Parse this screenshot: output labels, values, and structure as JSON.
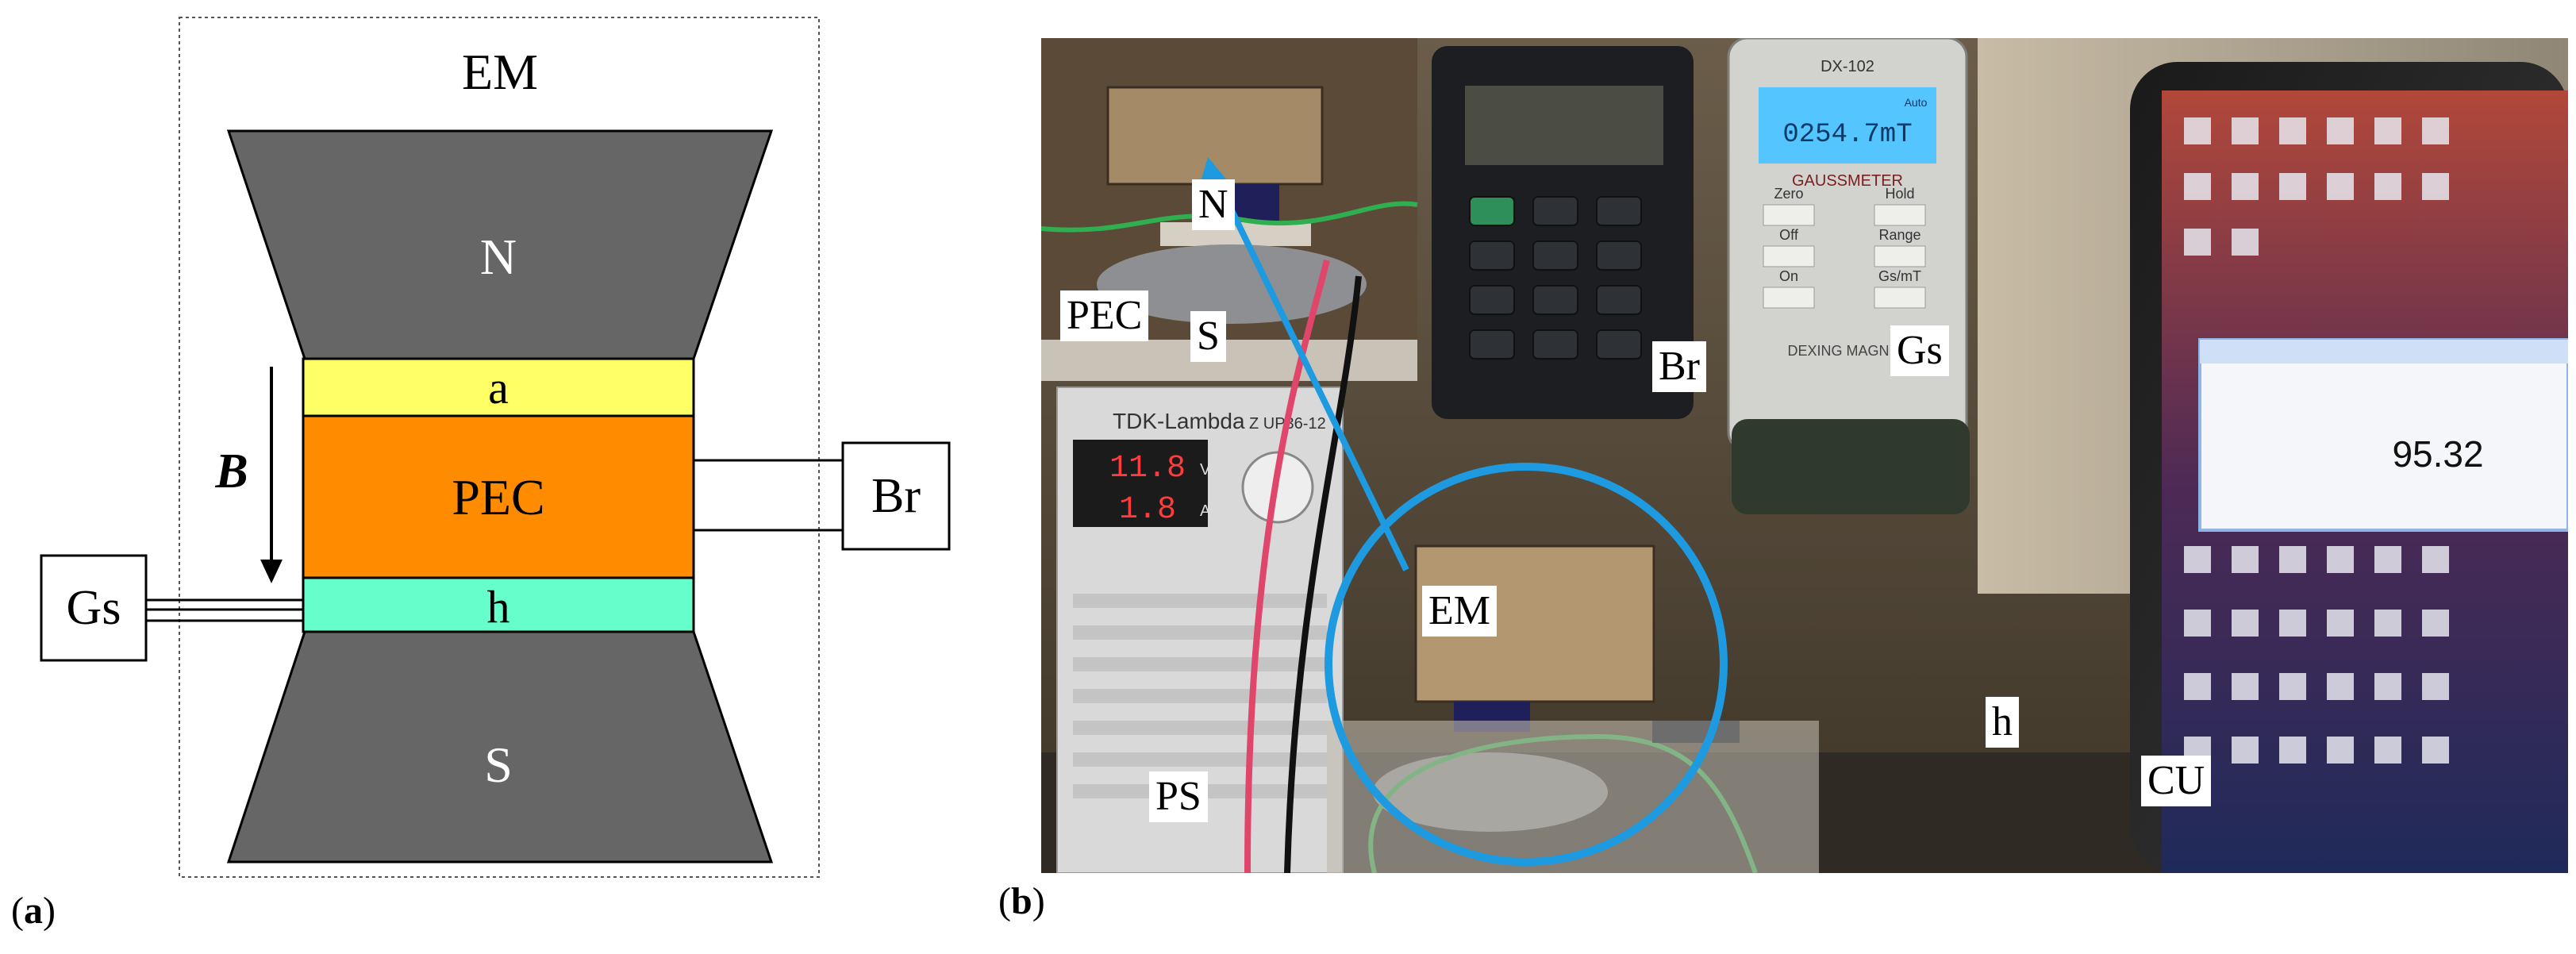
{
  "figure": {
    "panel_a": {
      "label_open": "(",
      "label_letter": "a",
      "label_close": ")",
      "em": "EM",
      "north": "N",
      "south": "S",
      "layer_a": "a",
      "layer_pec": "PEC",
      "layer_h": "h",
      "field": "B",
      "gs": "Gs",
      "br": "Br"
    },
    "panel_b": {
      "label_open": "(",
      "label_letter": "b",
      "label_close": ")",
      "labels": {
        "n": "N",
        "pec": "PEC",
        "s": "S",
        "br": "Br",
        "gs": "Gs",
        "em": "EM",
        "h": "h",
        "ps": "PS",
        "cu": "CU"
      },
      "gaussmeter": {
        "model": "DX-102",
        "reading": "0254.7mT",
        "mode": "Auto",
        "title": "GAUSSMETER",
        "buttons": [
          "Zero",
          "Hold",
          "Off",
          "Range",
          "On",
          "Gs/mT"
        ],
        "brand": "DEXING MAGNET"
      },
      "power_supply": {
        "brand": "TDK-Lambda",
        "model": "Z UP36-12",
        "voltage": "11.8",
        "current": "1.8",
        "unit_v": "V",
        "unit_a": "A"
      },
      "monitor_value": "95.32",
      "colors": {
        "circle": "#1e9ae0",
        "arrow": "#1e9ae0",
        "pec_orange": "#ff8c00",
        "layer_a_yellow": "#ffff66",
        "layer_h_teal": "#66ffcc",
        "pole_gray": "#666666"
      }
    }
  }
}
